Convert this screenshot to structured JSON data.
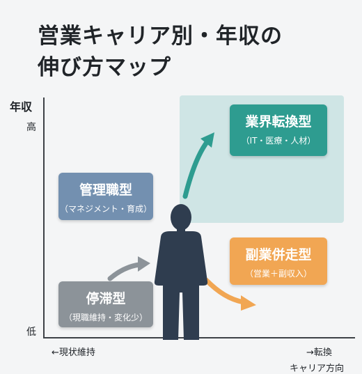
{
  "title": {
    "line1": "営業キャリア別・年収の",
    "line2": "伸び方マップ"
  },
  "axes": {
    "y_label": "年収",
    "y_high": "高",
    "y_low": "低",
    "x_left": "←現状維持",
    "x_right": "→転換",
    "x_label": "キャリア方向"
  },
  "types": {
    "industry_change": {
      "title": "業界転換型",
      "sub": "（IT・医療・人材）"
    },
    "manager": {
      "title": "管理職型",
      "sub": "（マネジメント・育成）"
    },
    "side_business": {
      "title": "副業併走型",
      "sub": "（営業＋副収入）"
    },
    "stagnant": {
      "title": "停滞型",
      "sub": "（現職維持・変化少）"
    }
  },
  "colors": {
    "industry_change": "#2e9c90",
    "manager": "#7390b0",
    "side_business": "#f1a653",
    "stagnant": "#8c9399",
    "zone": "#cfe5e5",
    "person": "#2f3d4f"
  },
  "icons": [
    "person-icon",
    "teal-arrow-icon",
    "gray-arrow-icon",
    "orange-arrow-icon"
  ]
}
